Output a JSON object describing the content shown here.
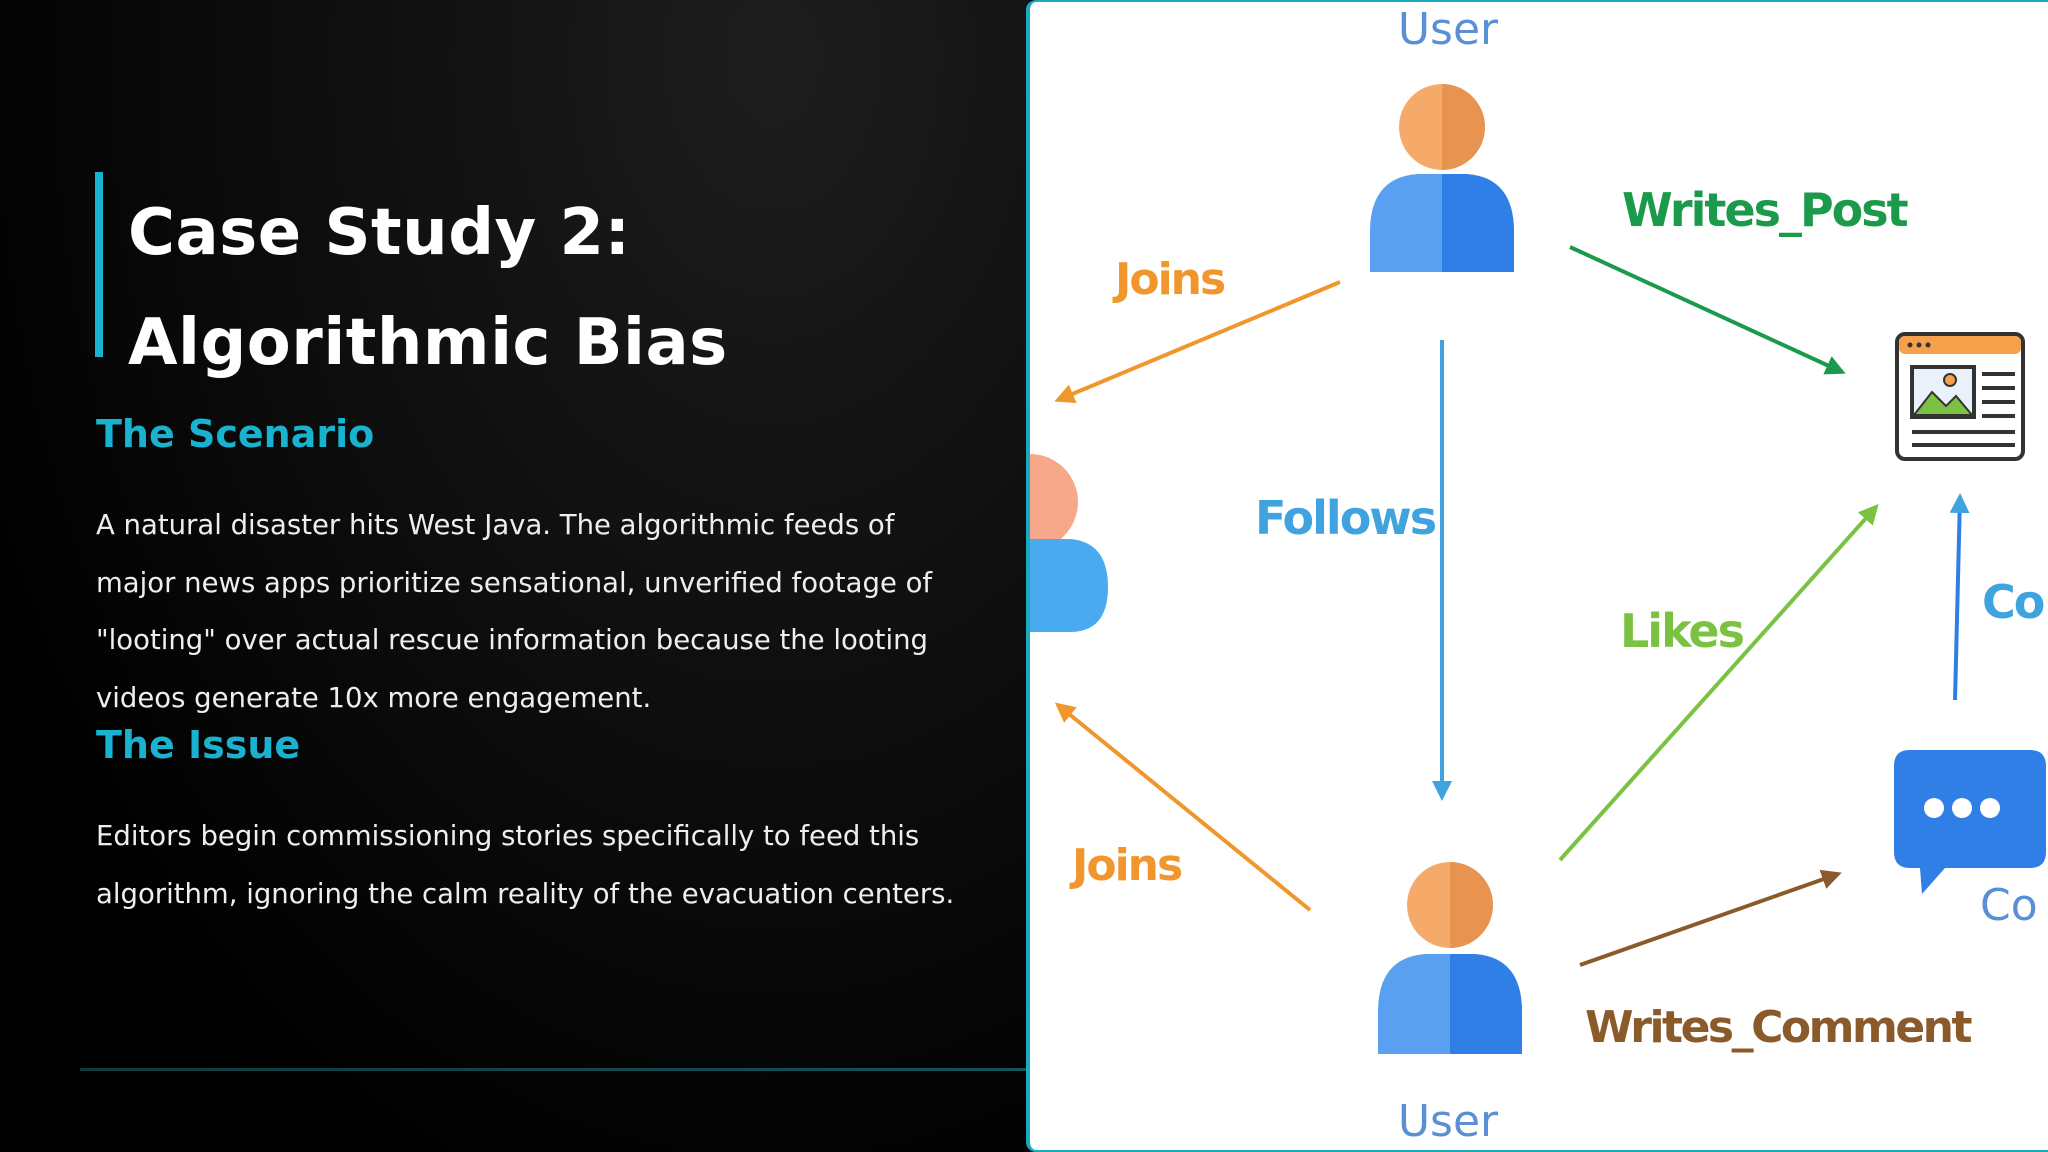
{
  "slide": {
    "title": "Case Study 2: Algorithmic Bias",
    "sections": [
      {
        "heading": "The Scenario",
        "lines": [
          "A natural disaster hits West Java. The algorithmic feeds of",
          "major news apps prioritize sensational, unverified footage of",
          "\"looting\" over actual rescue information because the looting",
          "videos generate 10x more engagement."
        ]
      },
      {
        "heading": "The Issue",
        "lines": [
          "Editors begin commissioning stories specifically to feed this",
          "algorithm, ignoring the calm reality of the evacuation centers."
        ]
      }
    ]
  },
  "diagram": {
    "nodes": {
      "user_top": "User",
      "user_bottom": "User",
      "comment_partial": "Co"
    },
    "edges": {
      "joins_top": "Joins",
      "writes_post": "Writes_Post",
      "follows": "Follows",
      "likes": "Likes",
      "comment_on_partial": "Co",
      "joins_bottom": "Joins",
      "writes_comment": "Writes_Comment"
    },
    "colors": {
      "accent": "#19b3d0",
      "orange": "#f0962c",
      "green": "#1a9a4a",
      "light_green": "#7cc242",
      "blue": "#3fa3e0",
      "brown": "#8b5a2b",
      "user_head": "#f5aa6a",
      "user_body": "#4a90e8"
    }
  }
}
